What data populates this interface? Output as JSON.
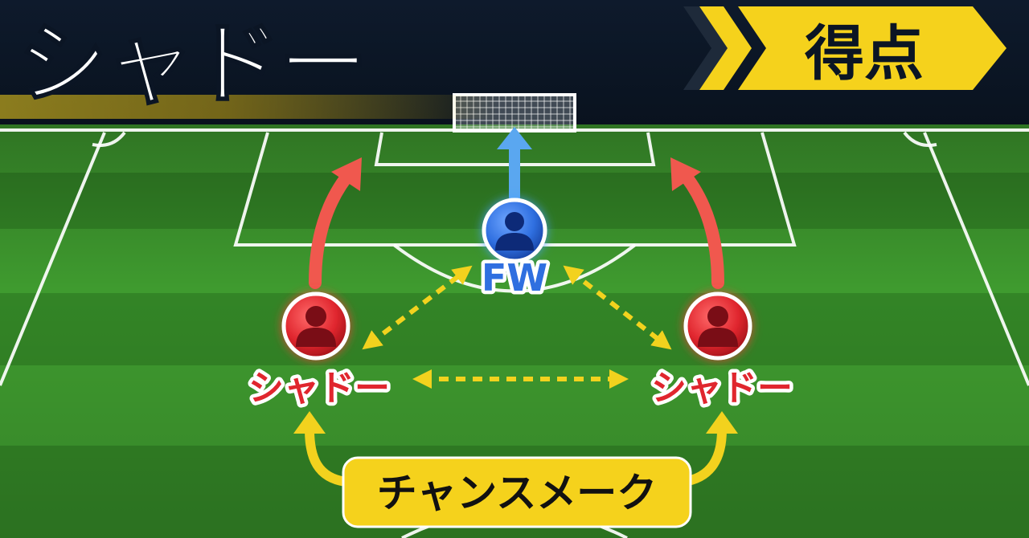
{
  "header": {
    "title": "シャドー",
    "badge_label": "得点"
  },
  "players": {
    "forward": {
      "label": "FW",
      "team_color": "#2f6fe0"
    },
    "shadow_left": {
      "label": "シャドー",
      "team_color": "#e0262e"
    },
    "shadow_right": {
      "label": "シャドー",
      "team_color": "#e0262e"
    }
  },
  "callout": {
    "label": "チャンスメーク"
  },
  "colors": {
    "pitch_light": "#3f9b2f",
    "pitch_dark": "#338526",
    "run_arrow": "#f0584e",
    "shot_arrow": "#5aa7f0",
    "link_arrow": "#f2d21e",
    "accent_yellow": "#f5d21c"
  },
  "icons": {
    "player": "person-silhouette-icon",
    "run": "curved-arrow-icon",
    "shot": "straight-arrow-up-icon",
    "link": "dashed-double-arrow-icon",
    "chevron": "chevron-right-icon"
  }
}
